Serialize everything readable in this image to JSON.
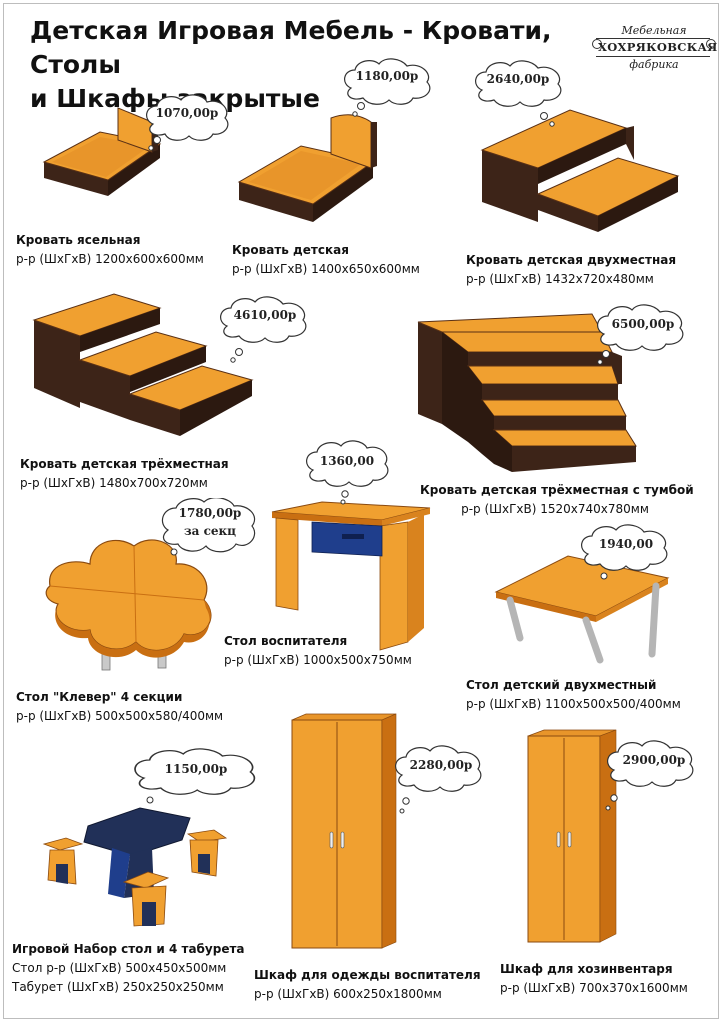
{
  "title": {
    "line1": "Детская Игровая Мебель - Кровати, Столы",
    "line2": "и Шкафы закрытые"
  },
  "logo": {
    "top": "Мебельная",
    "name": "ХОХРЯКОВСКАЯ",
    "bottom": "фабрика"
  },
  "colors": {
    "wood": "#f0a030",
    "wood_dark": "#c96f12",
    "brown": "#3d2418",
    "blue": "#1f3e8c",
    "navy": "#213058",
    "metal": "#c9c9c9"
  },
  "products": [
    {
      "name": "Кровать ясельная",
      "dims": "р-р (ШхГхВ) 1200х600х600мм",
      "price": "1070,00р"
    },
    {
      "name": "Кровать детская",
      "dims": "р-р (ШхГхВ) 1400х650х600мм",
      "price": "1180,00р"
    },
    {
      "name": "Кровать детская двухместная",
      "dims": "р-р (ШхГхВ) 1432х720х480мм",
      "price": "2640,00р"
    },
    {
      "name": "Кровать детская трёхместная",
      "dims": "р-р (ШхГхВ) 1480х700х720мм",
      "price": "4610,00р"
    },
    {
      "name": "Кровать детская трёхместная с тумбой",
      "dims": "р-р (ШхГхВ) 1520х740х780мм",
      "price": "6500,00р"
    },
    {
      "name": "Стол \"Клевер\" 4 секции",
      "dims": "р-р (ШхГхВ) 500х500х580/400мм",
      "price": "1780,00р",
      "price2": "за секц"
    },
    {
      "name": "Стол воспитателя",
      "dims": "р-р (ШхГхВ) 1000х500х750мм",
      "price": "1360,00"
    },
    {
      "name": "Стол детский двухместный",
      "dims": "р-р (ШхГхВ) 1100х500х500/400мм",
      "price": "1940,00"
    },
    {
      "name": "Игровой Набор стол и 4 табурета",
      "dims": "Стол р-р (ШхГхВ) 500х450х500мм",
      "dims2": "Табурет (ШхГхВ) 250х250х250мм",
      "price": "1150,00р"
    },
    {
      "name": "Шкаф для одежды воспитателя",
      "dims": "р-р (ШхГхВ) 600х250х1800мм",
      "price": "2280,00р"
    },
    {
      "name": "Шкаф для хозинвентаря",
      "dims": "р-р (ШхГхВ) 700х370х1600мм",
      "price": "2900,00р"
    }
  ]
}
